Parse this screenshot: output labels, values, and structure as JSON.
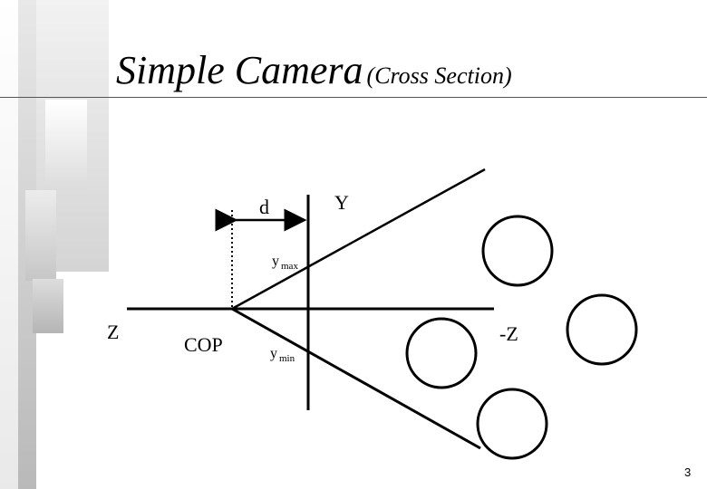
{
  "slide": {
    "title": "Simple Camera",
    "subtitle": "(Cross Section)",
    "page_number": "3"
  },
  "diagram": {
    "labels": {
      "d": "d",
      "y_axis": "Y",
      "y_max_base": "y",
      "y_max_sub": "max",
      "z_axis": "Z",
      "cop": "COP",
      "y_min_base": "y",
      "y_min_sub": "min",
      "neg_z": "-Z"
    }
  }
}
